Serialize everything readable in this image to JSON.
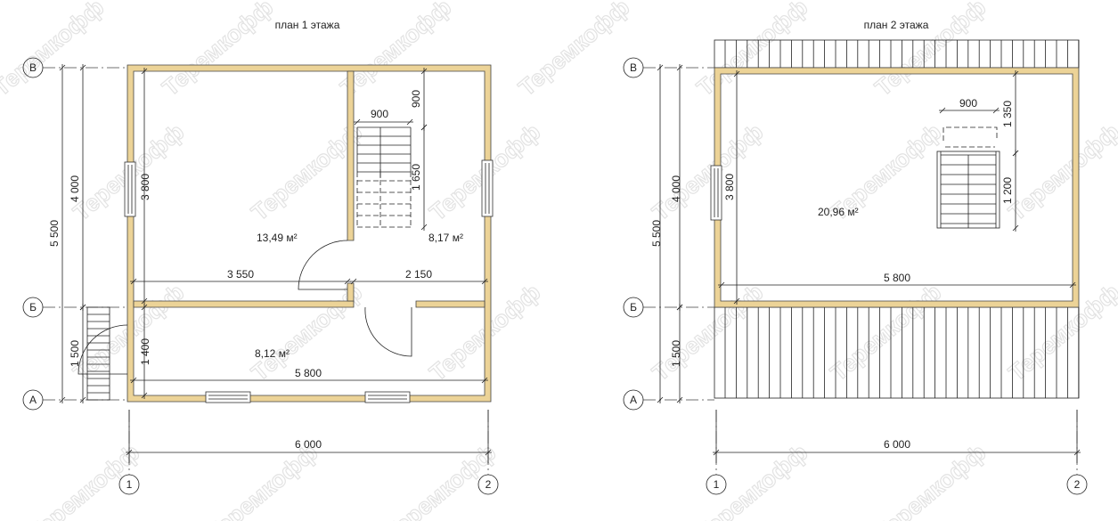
{
  "watermark": "Теремкофф",
  "axes": {
    "row_top": "В",
    "row_mid": "Б",
    "row_bottom": "А",
    "col_left": "1",
    "col_right": "2"
  },
  "plan1": {
    "title": "план 1 этажа",
    "areas": {
      "living": "13,49 м²",
      "stair_room": "8,17 м²",
      "terrace": "8,12 м²"
    },
    "dims": {
      "total_depth": "5 500",
      "house_depth": "4 000",
      "terrace_depth": "1 500",
      "inner_depth": "3 800",
      "terrace_inner": "1 400",
      "stair_top_gap": "900",
      "stair_width": "900",
      "stair_length": "1 650",
      "living_width": "3 550",
      "stair_room_width": "2 150",
      "inner_width": "5 800",
      "total_width": "6 000"
    }
  },
  "plan2": {
    "title": "план 2 этажа",
    "areas": {
      "attic": "20,96 м²"
    },
    "dims": {
      "total_depth": "5 500",
      "house_depth": "4 000",
      "terrace_depth": "1 500",
      "inner_depth": "3 800",
      "stair_width": "900",
      "stair_top_gap": "1 350",
      "stair_length": "1 200",
      "inner_width": "5 800",
      "total_width": "6 000"
    }
  },
  "colors": {
    "wall": "#ecd397"
  }
}
